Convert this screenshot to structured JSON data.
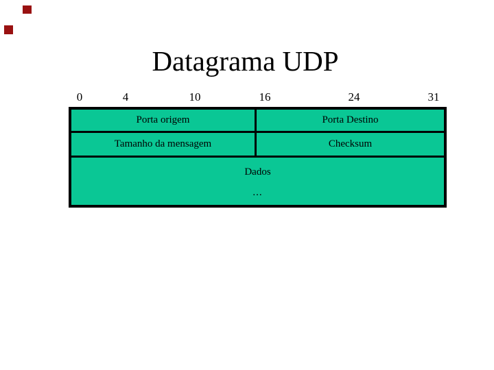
{
  "slide": {
    "title": "Datagrama UDP",
    "background_color": "#FFFFFF",
    "decoration_square_color": "#991111"
  },
  "bit_scale": {
    "labels": [
      "0",
      "4",
      "10",
      "16",
      "24",
      "31"
    ]
  },
  "datagram": {
    "fill_color": "#0AC795",
    "border_color": "#000000",
    "row1": {
      "left": "Porta origem",
      "right": "Porta Destino"
    },
    "row2": {
      "left": "Tamanho da mensagem",
      "right": "Checksum"
    },
    "row3": {
      "label": "Dados",
      "ellipsis": "..."
    }
  }
}
